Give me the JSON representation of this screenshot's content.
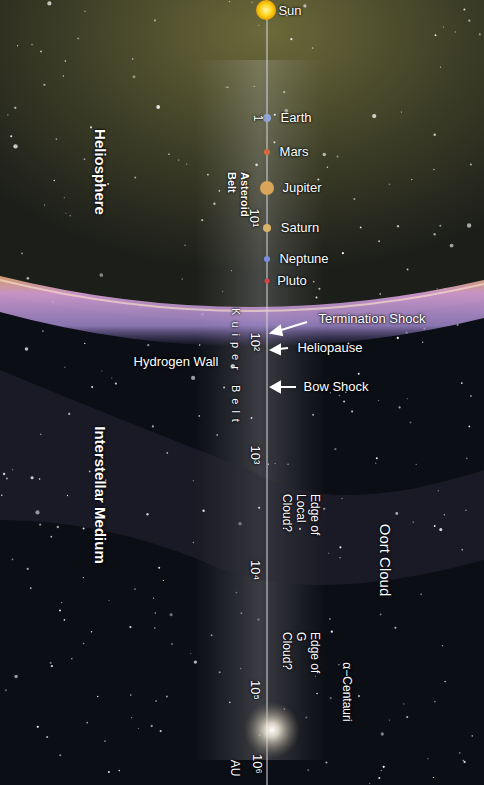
{
  "diagram": {
    "labels": [
      "Sun",
      "Earth",
      "Mars",
      "Jupiter",
      "Saturn",
      "Neptune",
      "Pluto",
      "Termination Shock",
      "Heliopause",
      "Hydrogen Wall",
      "Bow Shock",
      "Heliosphere",
      "Interstellar Medium",
      "1",
      "Asteroid Belt",
      "10¹",
      "Kuiper Belt",
      "10²",
      "10³",
      "10⁴",
      "10⁵",
      "10⁶",
      "AU",
      "Edge of Local Cloud?",
      "Oort Cloud",
      "Edge of G Cloud?",
      "α−Centauri"
    ]
  }
}
